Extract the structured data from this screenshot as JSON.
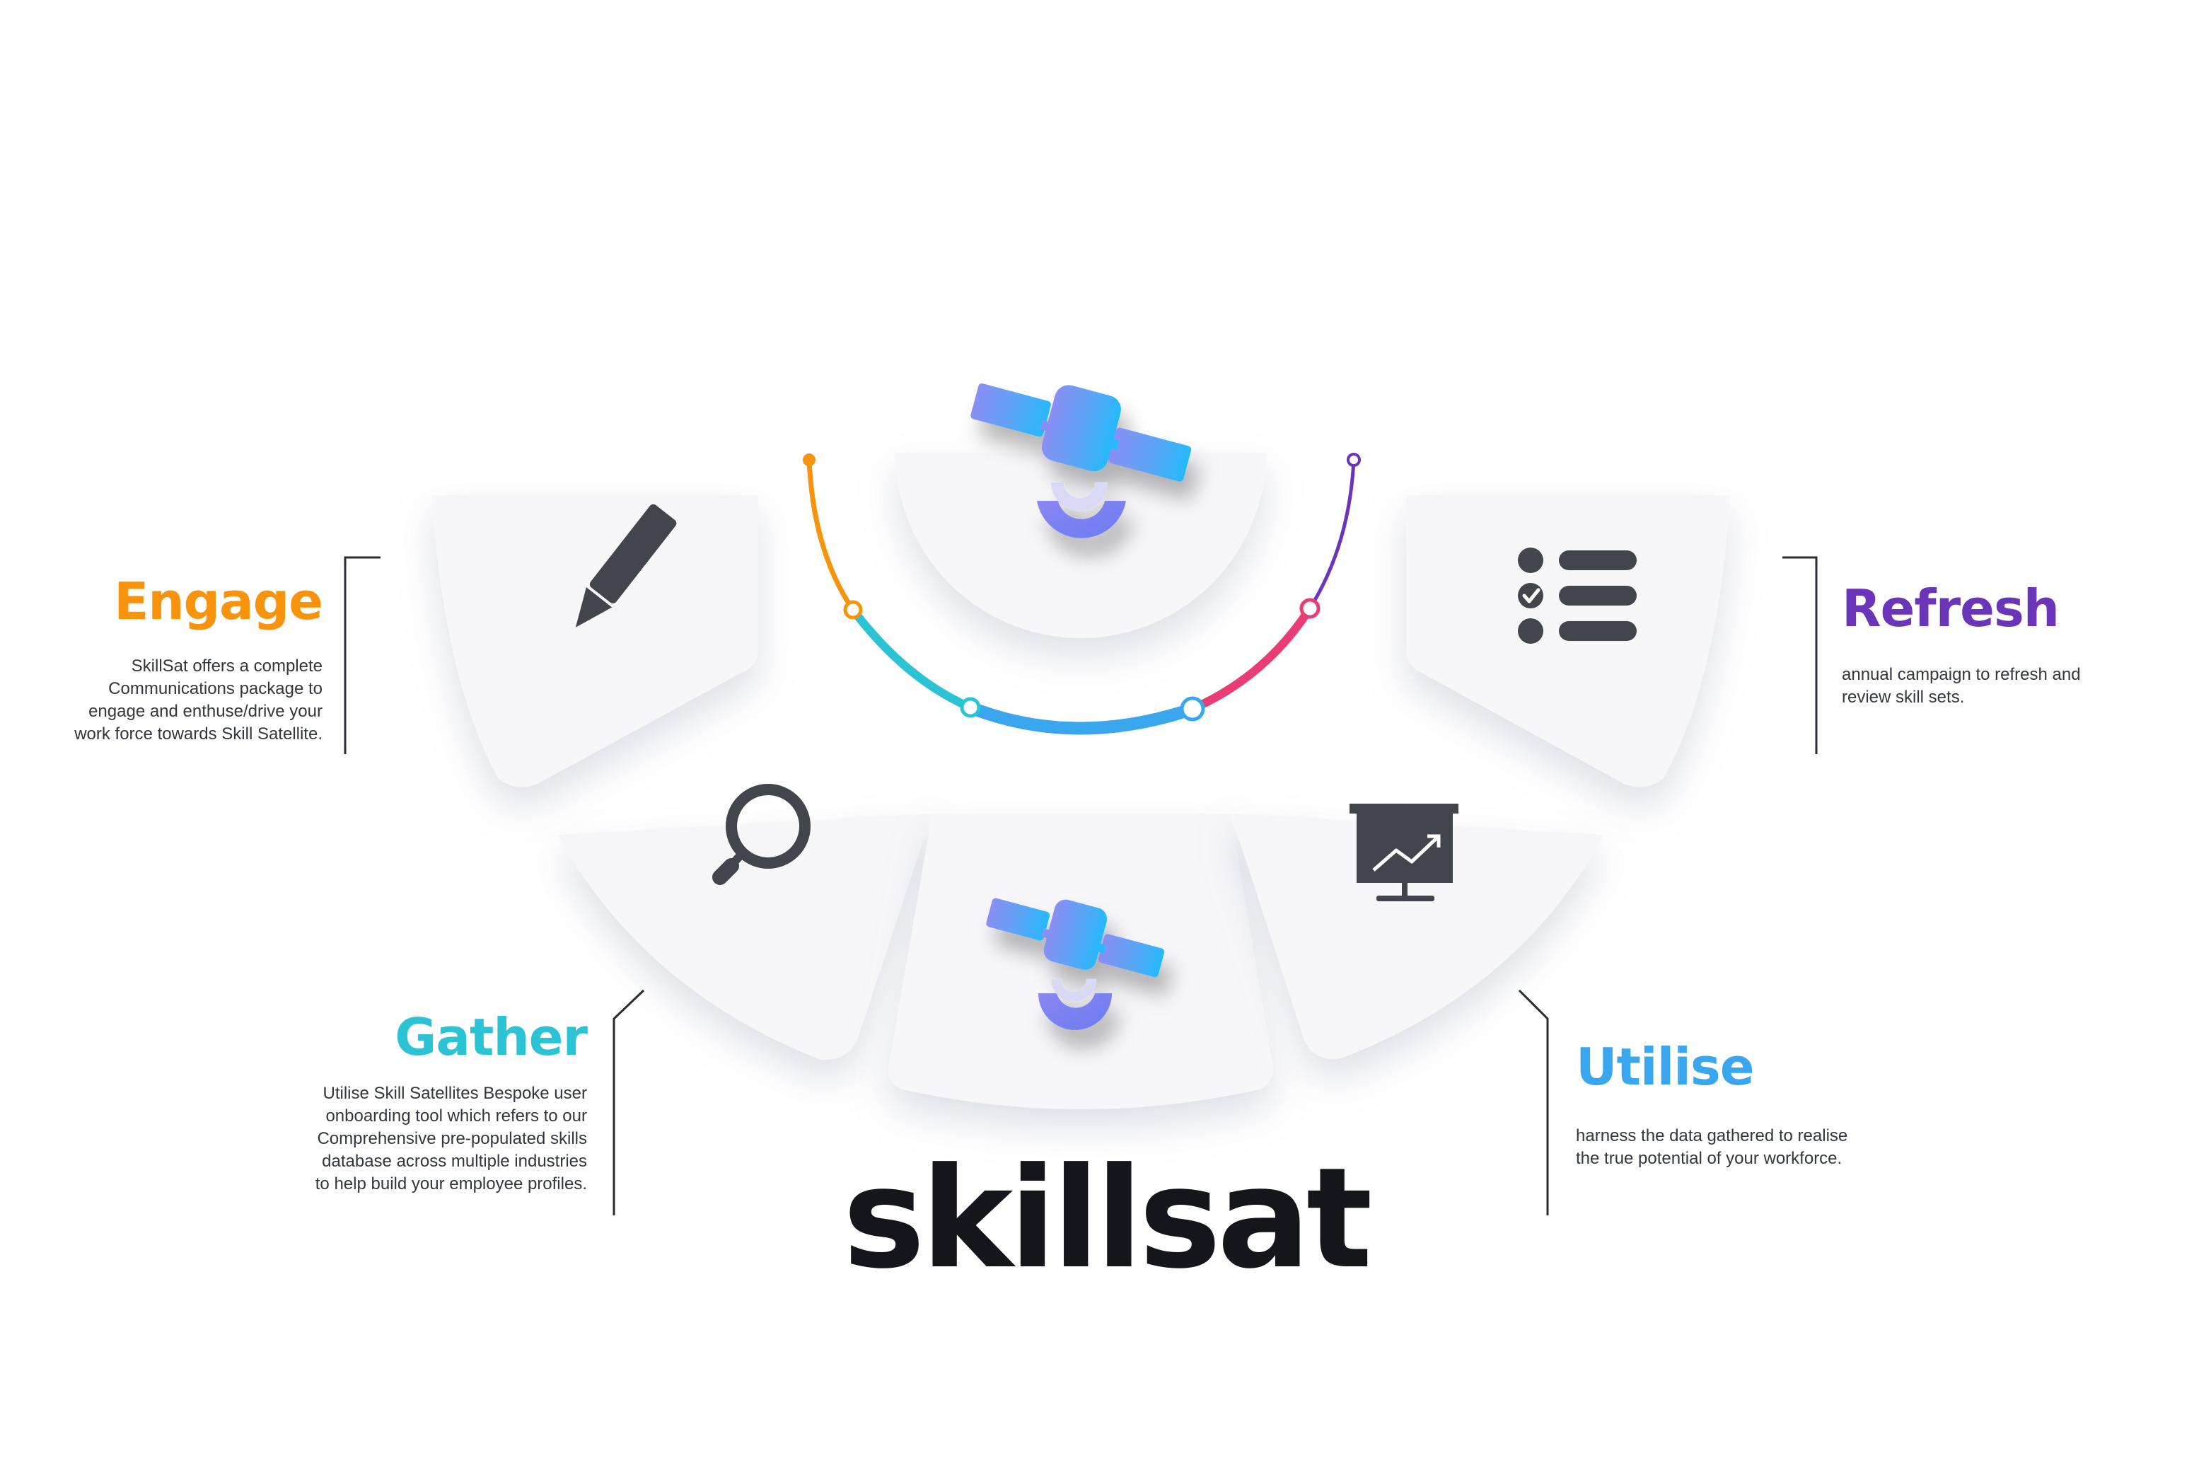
{
  "brand": {
    "name": "skillsat",
    "color": "#15161c"
  },
  "stages": {
    "engage": {
      "title": "Engage",
      "color": "#f7930c",
      "lines": [
        "SkillSat offers a complete",
        "Communications package to",
        "engage and enthuse/drive your",
        "work force towards Skill Satellite."
      ],
      "icon": "pencil-icon"
    },
    "gather": {
      "title": "Gather",
      "color": "#2cc3d5",
      "lines": [
        "Utilise Skill Satellites Bespoke user",
        "onboarding tool which refers to our",
        "Comprehensive pre-populated skills",
        "database across multiple industries",
        "to help build your employee profiles."
      ],
      "icon": "magnifier-icon"
    },
    "utilise": {
      "title": "Utilise",
      "color": "#3aa6ee",
      "lines": [
        "harness the data gathered to realise",
        "the true potential of your workforce."
      ],
      "icon": "presentation-chart-icon"
    },
    "refresh": {
      "title": "Refresh",
      "color": "#6a35b8",
      "lines": [
        "annual campaign to refresh and",
        "review skill sets."
      ],
      "icon": "checklist-icon"
    }
  },
  "central_icons": [
    "satellite-icon",
    "satellite-icon"
  ],
  "arc_colors": [
    "#f7930c",
    "#2cc3d5",
    "#3aa6ee",
    "#ea3d73",
    "#6a35b8"
  ]
}
